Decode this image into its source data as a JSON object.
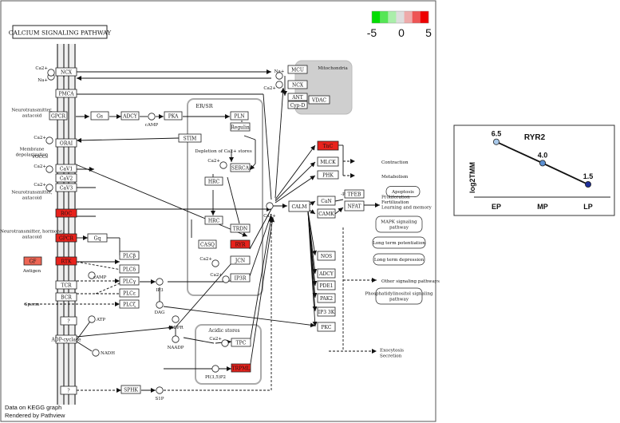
{
  "pathway": {
    "title": "CALCIUM SIGNALING PATHWAY",
    "footer_line1": "Data on KEGG graph",
    "footer_line2": "Rendered by Pathview"
  },
  "legend": {
    "ticks": [
      "-5",
      "0",
      "5"
    ],
    "colors": [
      "#00dd00",
      "#55e655",
      "#aaeeaa",
      "#dddddd",
      "#eeaaaa",
      "#ee5555",
      "#ee0000"
    ]
  },
  "colors": {
    "highlight": "#e8221c",
    "highlight_light": "#ee6655",
    "mito": "#cfcfcf",
    "box_stroke": "#222222"
  },
  "nodes": {
    "ncx1": "NCX",
    "pmca": "PMCA",
    "gpcr": "GPCR",
    "gs": "Gs",
    "adcy1": "ADCY",
    "pka": "PKA",
    "pln": "PLN",
    "regulin": "Regulin",
    "stim": "STIM",
    "orai": "ORAI",
    "cav1": "CaV1",
    "cav2": "CaV2",
    "cav3": "CaV3",
    "serca": "SERCA",
    "hrc1": "HRC",
    "hrc2": "HRC",
    "trdn": "TRDN",
    "casq": "CASQ",
    "ryr": "RYR",
    "jcn": "JCN",
    "ip3r": "IP3R",
    "roc": "ROC",
    "gpcr2": "GPCR",
    "gq": "Gq",
    "gf": "GF",
    "rtk": "RTK",
    "plcb": "PLCβ",
    "plcd": "PLCδ",
    "plcg": "PLCγ",
    "plce": "PLCε",
    "plcz": "PLCζ",
    "tcr": "TCR",
    "bcr": "BCR",
    "q1": "?",
    "q2": "?",
    "adpcyclase": "ADP-cyclase",
    "sphk": "SPHK",
    "tpc": "TPC",
    "trpml": "TRPML",
    "mcu": "MCU",
    "ncx2": "NCX",
    "ant": "ANT",
    "cypd": "Cyp-D",
    "vdac": "VDAC",
    "tnc": "TnC",
    "mlck": "MLCK",
    "phk": "PHK",
    "calm": "CALM",
    "can": "CaN",
    "camk": "CAMK",
    "nfat": "NFAT",
    "tfeb": "TFEB",
    "nos": "NOS",
    "adcy2": "ADCY",
    "pde1": "PDE1",
    "pak2": "PAK2",
    "ip3_3k": "IP3 3K",
    "pkc": "PKC"
  },
  "metabolites": {
    "na1": "Na+",
    "ca_ncx": "Ca2+",
    "camp1": "cAMP",
    "ca_orai": "Ca2+",
    "ca_cav": "Ca2+",
    "ca_roc": "Ca2+",
    "ca_serca": "Ca2+",
    "ca_main": "Ca2+",
    "ca_ryr": "Ca2+",
    "ip3": "IP3",
    "ca_ip3r": "Ca2+",
    "camp2": "cAMP",
    "dag": "DAG",
    "atp": "ATP",
    "nadh": "NADH",
    "cadpr": "cADPR",
    "naadp": "NAADP",
    "ca_tpc": "Ca2+",
    "pi35p2": "PI(3,5)P2",
    "s1p": "S1P",
    "na2": "Na+",
    "ca_mito": "Ca2+"
  },
  "labels": {
    "neuro1": "Neurotransmitter, autacoid",
    "membrane": "Membrane depolarization",
    "vocc": "VOCCs",
    "neuro2": "Neurotransmitter, autacoid",
    "neuro3": "Neurotransmitter, hormone, autacoid",
    "antigen": "Antigen",
    "sperm": "Sperm",
    "er_sr": "ER/SR",
    "depletion": "Depletion of Ca2+ stores",
    "acidic": "Acidic stores",
    "mitochondria": "Mitochondria",
    "contraction": "Contraction",
    "metabolism": "Metabolism",
    "apoptosis": "Apoptosis",
    "prolif": "Proliferation Fertilization Learning and memory",
    "mapk": "MAPK signaling pathway",
    "ltp": "Long term potentiation",
    "ltd": "Long term depression",
    "other": "Other signaling pathways",
    "pi3": "Phosphatidylinositol signaling pathway",
    "exocytosis": "Exocytosis Secretion",
    "p_label": "-P"
  },
  "inset": {
    "title": "RYR2",
    "ylabel": "log2TMM"
  },
  "chart_data": {
    "type": "line",
    "title": "RYR2",
    "ylabel": "log2TMM",
    "xlabel": "",
    "categories": [
      "EP",
      "MP",
      "LP"
    ],
    "values": [
      6.5,
      4.0,
      1.5
    ],
    "data_labels": [
      "6.5",
      "4.0",
      "1.5"
    ],
    "point_colors": [
      "#a9c9ea",
      "#5b8fd0",
      "#1f2f9a"
    ],
    "line_color": "#111111",
    "ylim": [
      0,
      8
    ],
    "grid": false
  }
}
